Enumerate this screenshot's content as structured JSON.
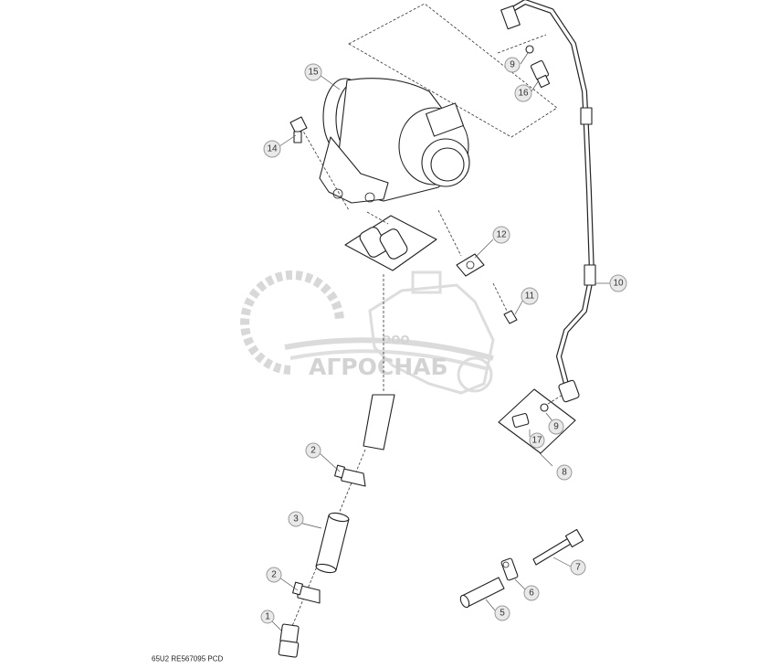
{
  "watermark": {
    "prefix": "ООО",
    "name": "АГРОСНАБ"
  },
  "drawing_code": "65U2   RE567095  PCD",
  "callouts": [
    "15",
    "14",
    "9",
    "16",
    "12",
    "11",
    "10",
    "8",
    "17",
    "9",
    "2",
    "3",
    "2",
    "1",
    "7",
    "6",
    "5"
  ]
}
